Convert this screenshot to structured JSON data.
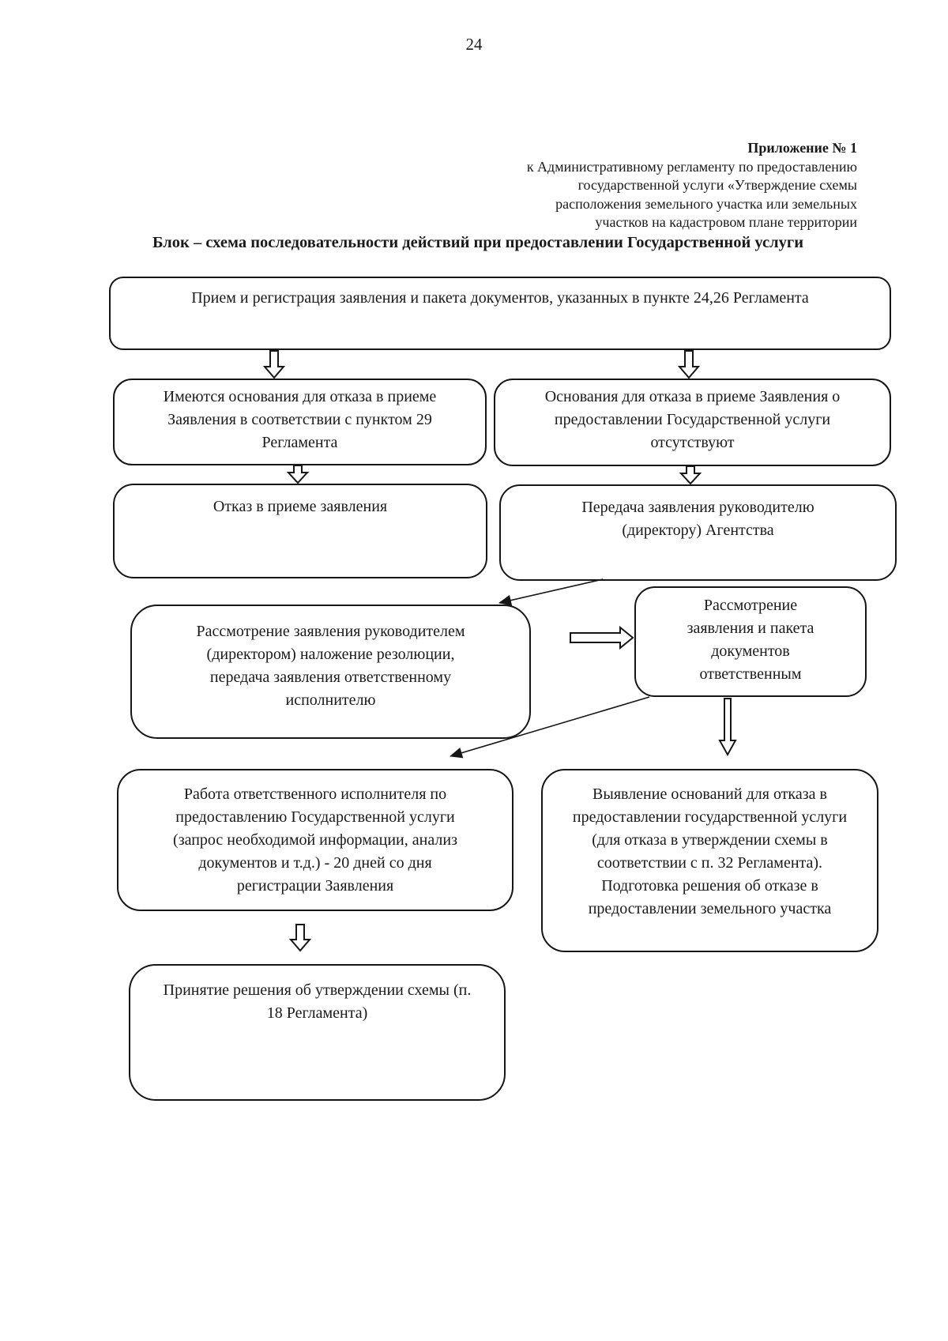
{
  "page": {
    "number": "24"
  },
  "appendix": {
    "lines": [
      "Приложение № 1",
      "к Административному регламенту по предоставлению",
      "государственной услуги «Утверждение схемы",
      "расположения земельного участка или земельных",
      "участков на кадастровом плане территории"
    ]
  },
  "title": "Блок – схема последовательности действий при предоставлении Государственной услуги",
  "flowchart": {
    "reception": "Прием и регистрация заявления и пакета документов, указанных в пункте 24,26 Регламента",
    "grounds_refusal_exist": "Имеются основания для отказа в приеме Заявления в соответствии с пунктом 29 Регламента",
    "grounds_refusal_absent": "Основания для отказа в приеме Заявления о предоставлении Государственной услуги отсутствуют",
    "refusal_acceptance": "Отказ в приеме заявления",
    "transfer_to_head": "Передача заявления руководителю (директору) Агентства",
    "review_by_head": "Рассмотрение заявления руководителем (директором) наложение резолюции, передача заявления ответственному исполнителю",
    "review_by_responsible": "Рассмотрение заявления и пакета документов ответственным",
    "work_of_responsible": "Работа ответственного исполнителя по предоставлению Государственной услуги (запрос необходимой информации, анализ документов и т.д.) - 20 дней со дня регистрации Заявления",
    "refusal_grounds_detection": "Выявление оснований для отказа в предоставлении государственной услуги (для отказа в утверждении схемы в соответствии с п. 32 Регламента).\nПодготовка решения об отказе в предоставлении земельного участка",
    "decision_approval": "Принятие решения об утверждении схемы (п. 18 Регламента)"
  }
}
